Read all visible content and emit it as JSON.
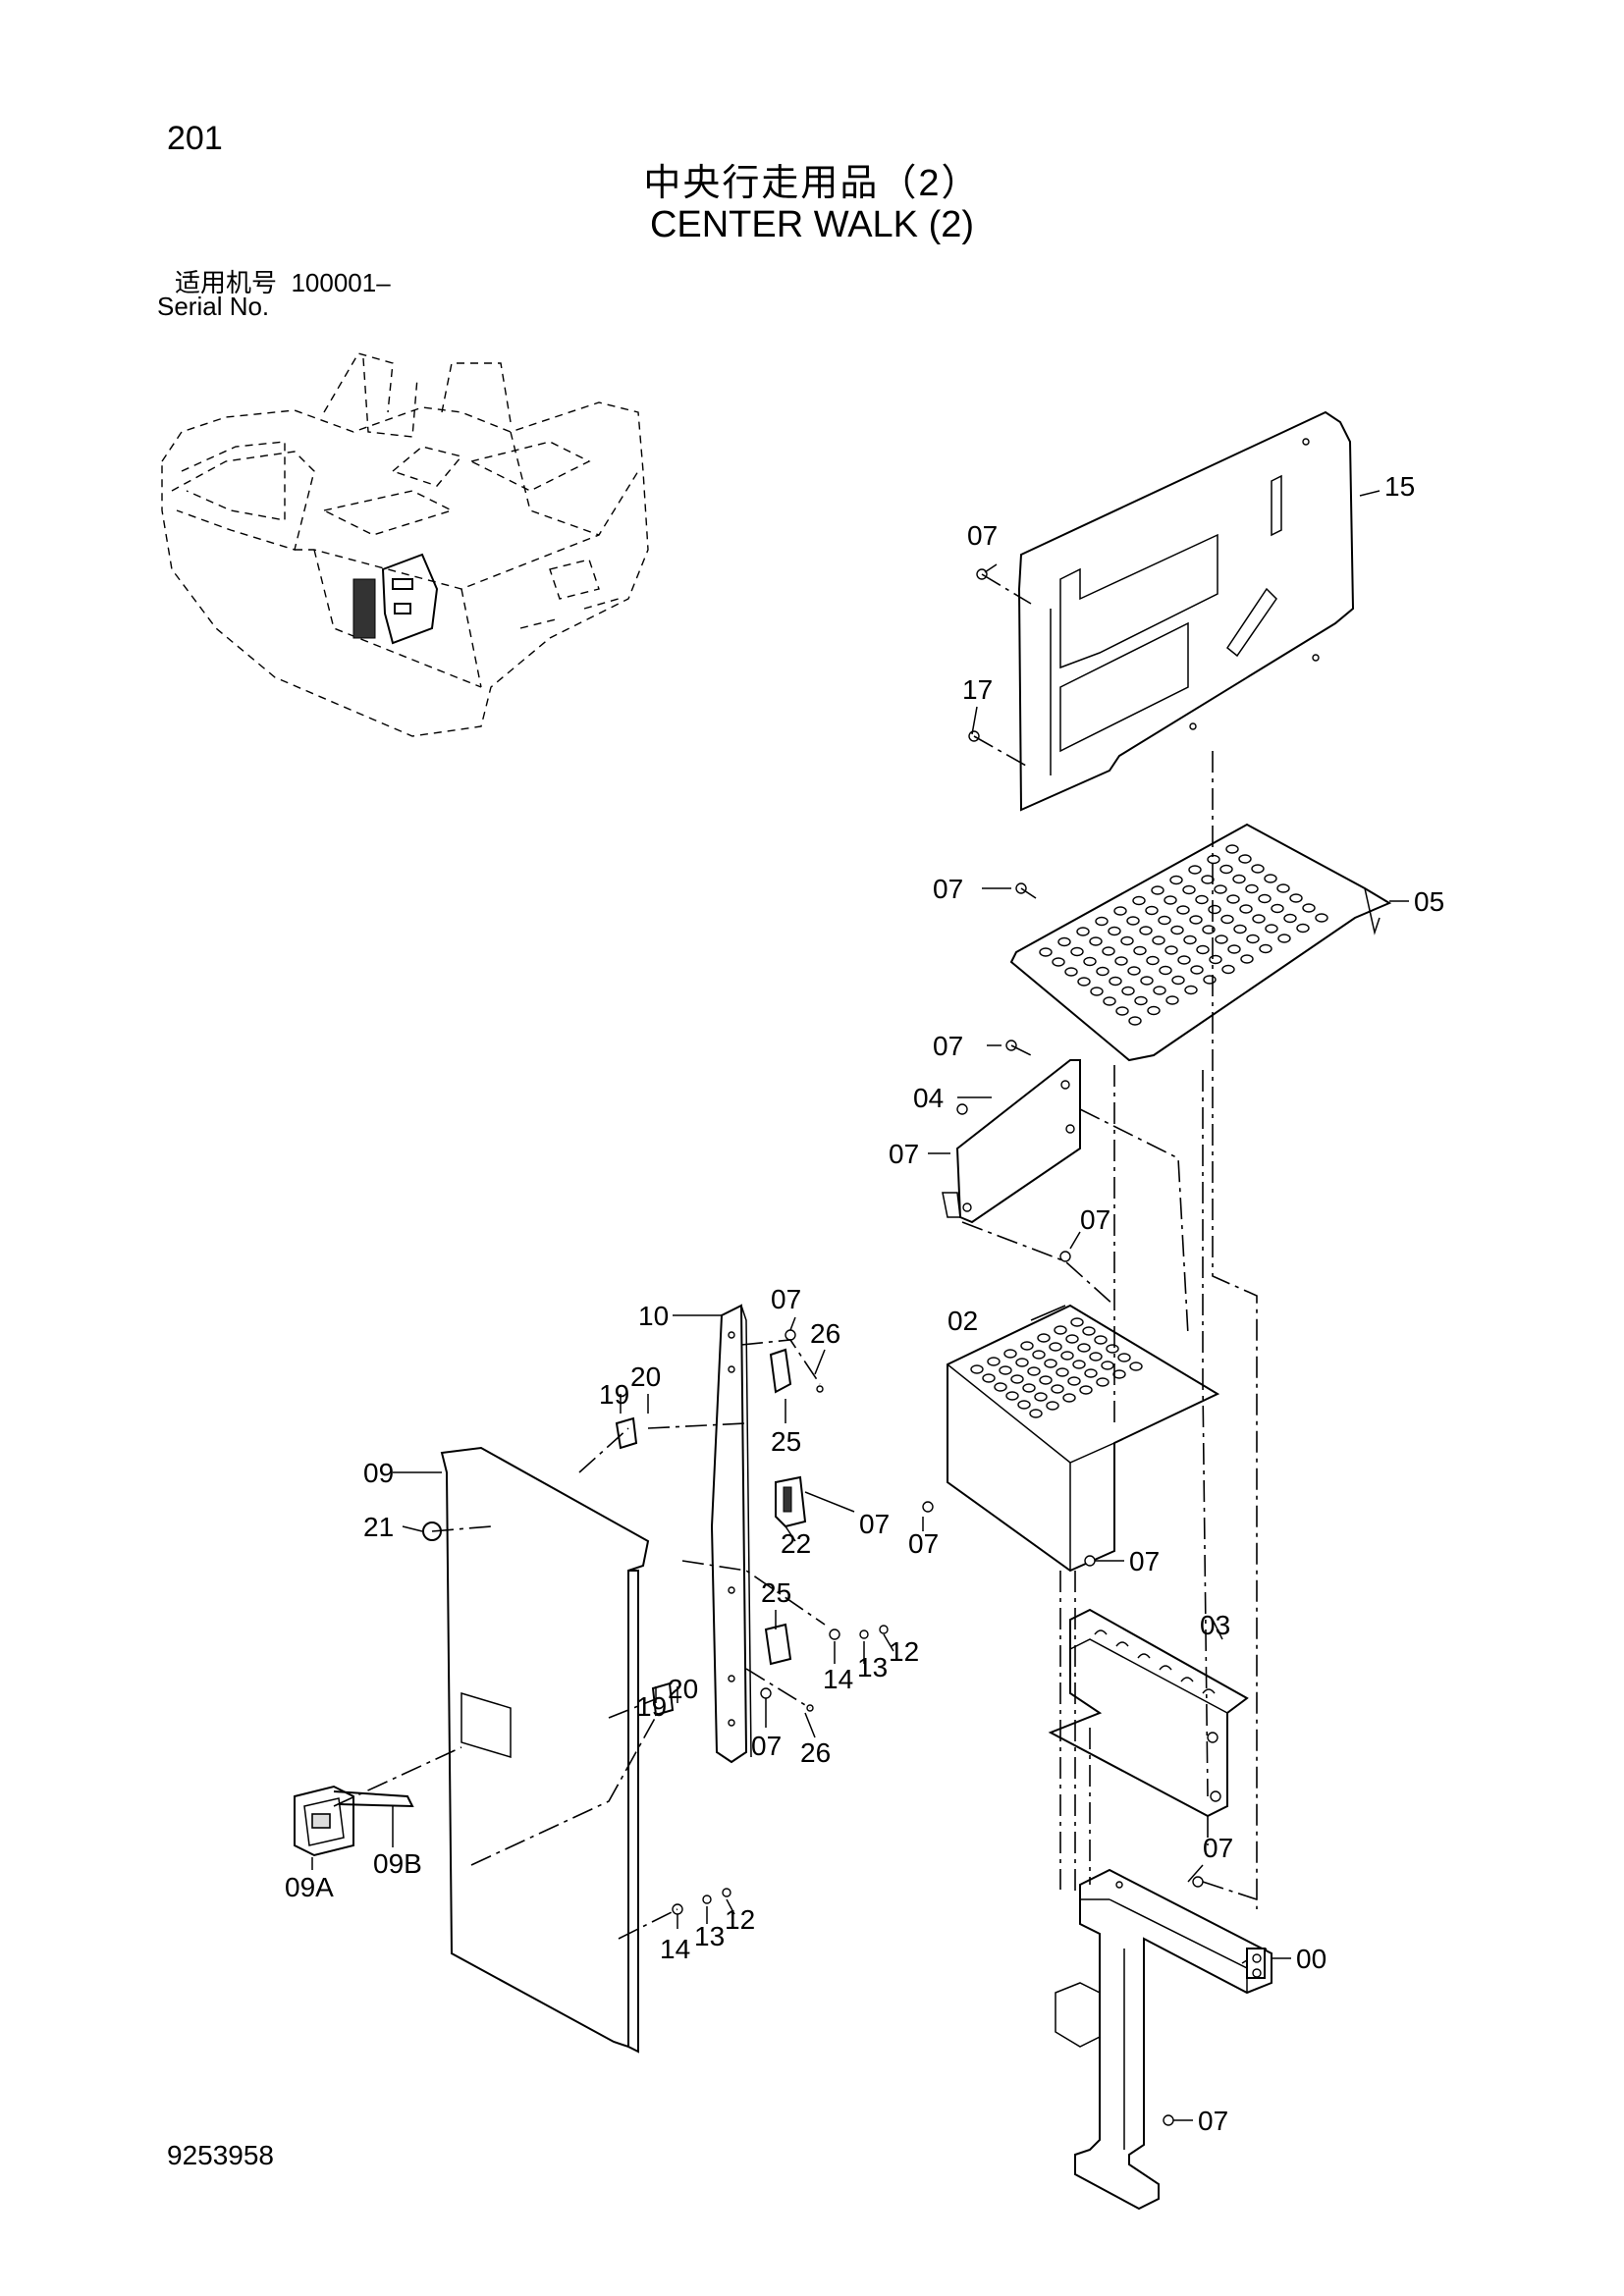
{
  "page": {
    "page_number": "201",
    "title_cn": "中央行走用品（2）",
    "title_en": "CENTER WALK (2)",
    "serial_label_cn": "适用机号",
    "serial_value": "100001–",
    "serial_label_en": "Serial No.",
    "document_code": "9253958"
  },
  "callouts": [
    {
      "id": "c15",
      "label": "15"
    },
    {
      "id": "c07a",
      "label": "07"
    },
    {
      "id": "c17",
      "label": "17"
    },
    {
      "id": "c07b",
      "label": "07"
    },
    {
      "id": "c05",
      "label": "05"
    },
    {
      "id": "c07c",
      "label": "07"
    },
    {
      "id": "c04",
      "label": "04"
    },
    {
      "id": "c07d",
      "label": "07"
    },
    {
      "id": "c07e",
      "label": "07"
    },
    {
      "id": "c10",
      "label": "10"
    },
    {
      "id": "c07f",
      "label": "07"
    },
    {
      "id": "c26a",
      "label": "26"
    },
    {
      "id": "c02",
      "label": "02"
    },
    {
      "id": "c19a",
      "label": "19"
    },
    {
      "id": "c20a",
      "label": "20"
    },
    {
      "id": "c25a",
      "label": "25"
    },
    {
      "id": "c09",
      "label": "09"
    },
    {
      "id": "c21",
      "label": "21"
    },
    {
      "id": "c07g",
      "label": "07"
    },
    {
      "id": "c22",
      "label": "22"
    },
    {
      "id": "c07h",
      "label": "07"
    },
    {
      "id": "c07i",
      "label": "07"
    },
    {
      "id": "c03",
      "label": "03"
    },
    {
      "id": "c14a",
      "label": "14"
    },
    {
      "id": "c13a",
      "label": "13"
    },
    {
      "id": "c12a",
      "label": "12"
    },
    {
      "id": "c25b",
      "label": "25"
    },
    {
      "id": "c19b",
      "label": "19"
    },
    {
      "id": "c20b",
      "label": "20"
    },
    {
      "id": "c26b",
      "label": "26"
    },
    {
      "id": "c07j",
      "label": "07"
    },
    {
      "id": "c09a",
      "label": "09A"
    },
    {
      "id": "c09b",
      "label": "09B"
    },
    {
      "id": "c07k",
      "label": "07"
    },
    {
      "id": "c00",
      "label": "00"
    },
    {
      "id": "c14b",
      "label": "14"
    },
    {
      "id": "c13b",
      "label": "13"
    },
    {
      "id": "c12b",
      "label": "12"
    },
    {
      "id": "c07l",
      "label": "07"
    }
  ]
}
